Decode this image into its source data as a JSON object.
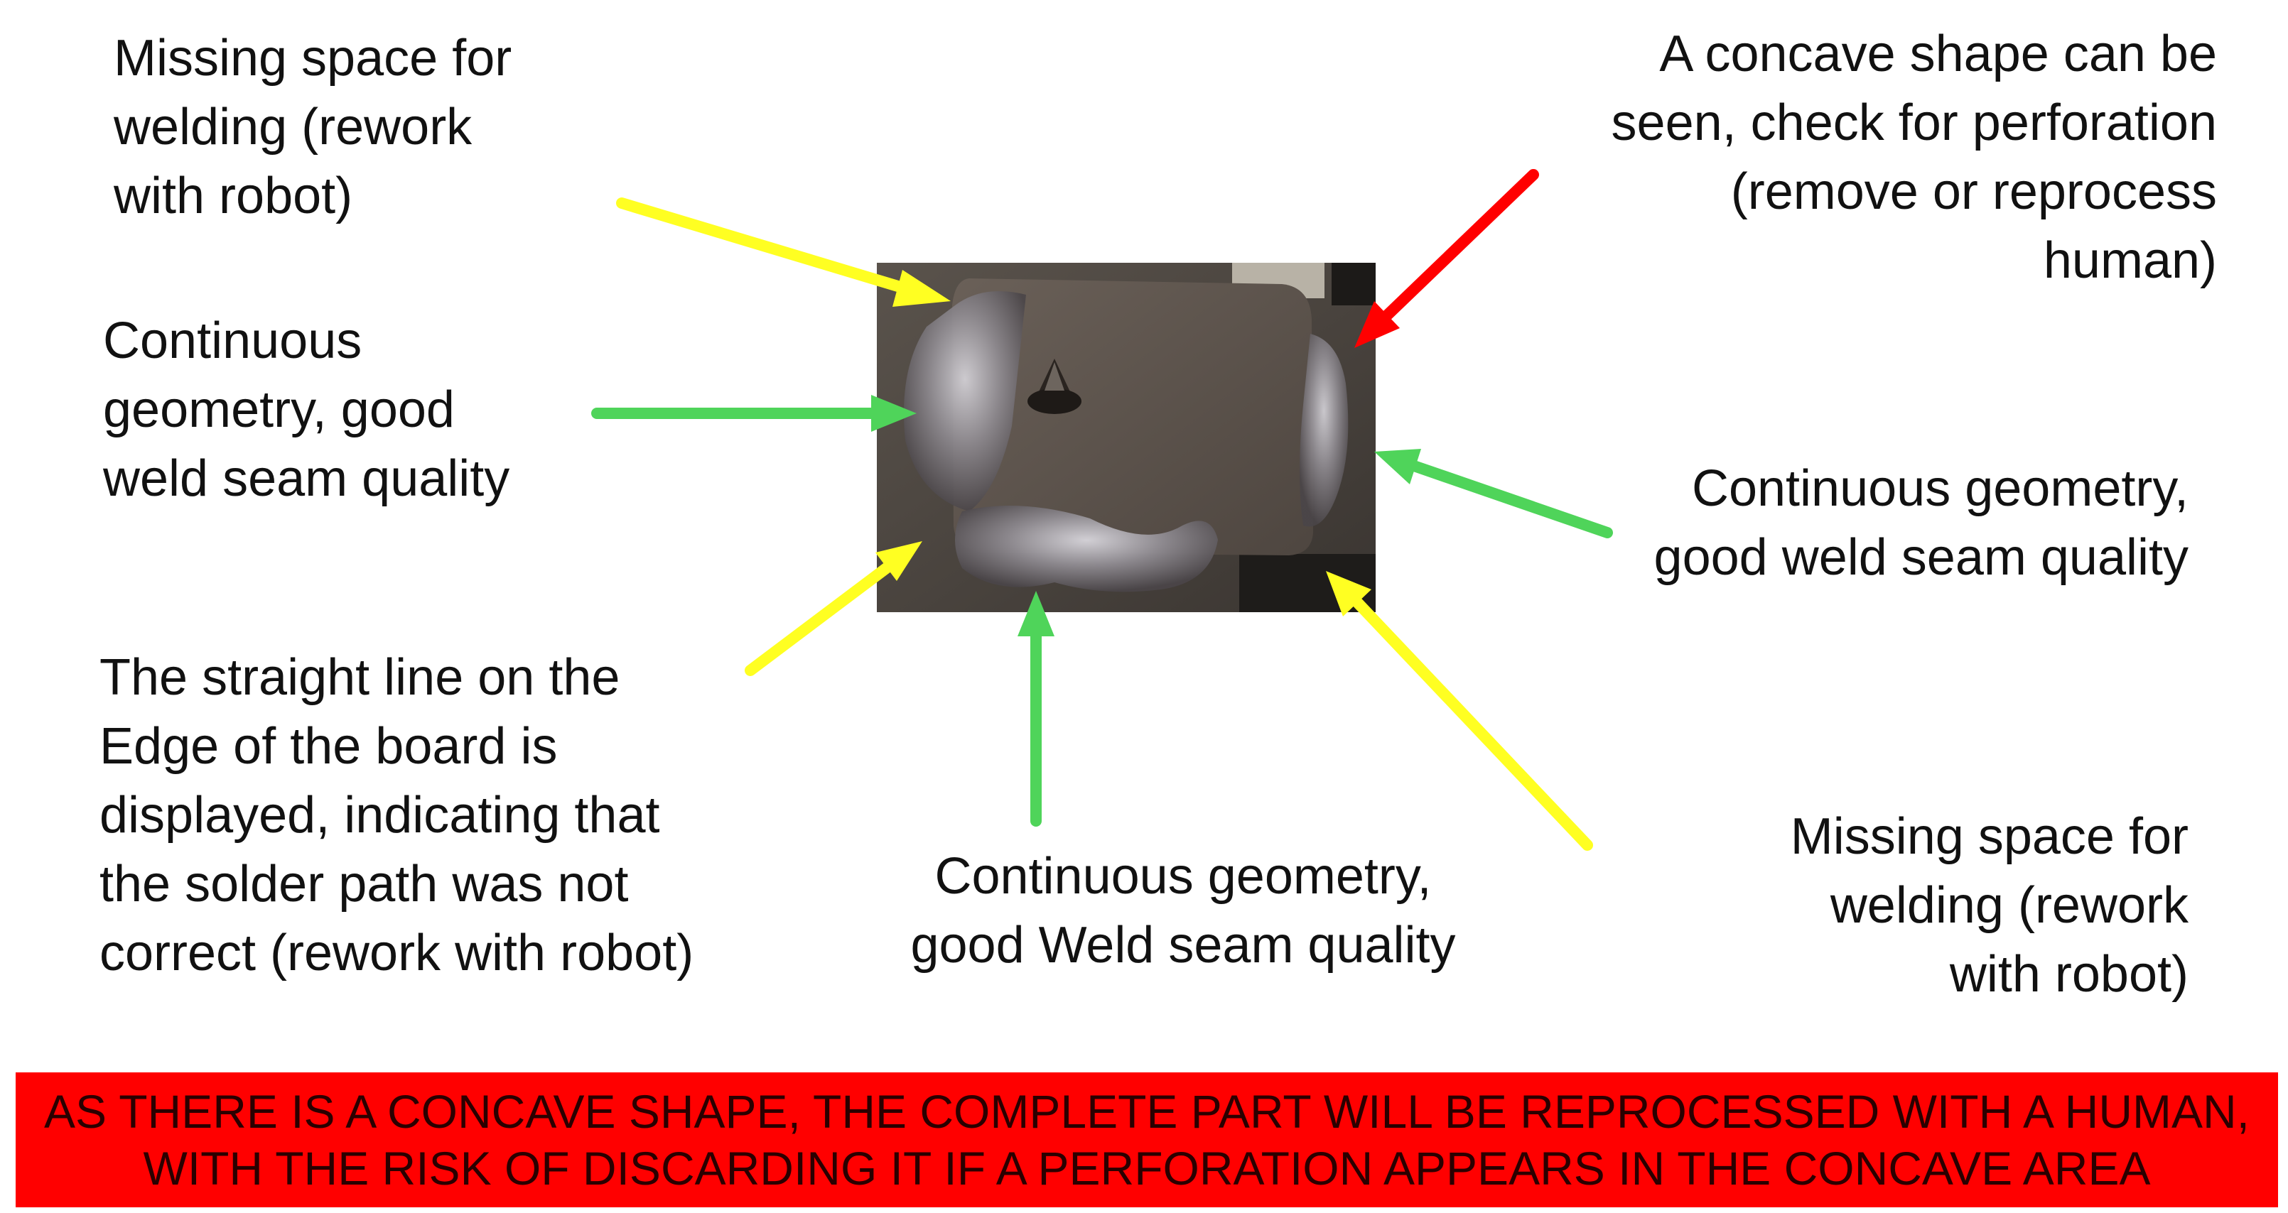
{
  "labels": {
    "top_left": "Missing space for\nwelding (rework\nwith robot)",
    "mid_left": "Continuous\ngeometry, good\nweld seam quality",
    "bottom_left": "The straight line on the\nEdge of the board is\ndisplayed, indicating that\nthe solder path was not\ncorrect (rework with robot)",
    "bottom_center": "Continuous geometry,\ngood Weld seam quality",
    "top_right": "A concave shape can be\nseen, check for perforation\n(remove or reprocess\nhuman)",
    "mid_right": "Continuous geometry,\ngood weld seam quality",
    "bottom_right": "Missing space for\nwelding (rework\nwith robot)"
  },
  "banner": {
    "line1": "AS THERE IS A CONCAVE SHAPE, THE COMPLETE PART WILL BE REPROCESSED WITH A HUMAN,",
    "line2": "WITH THE RISK OF DISCARDING IT IF A PERFORATION APPEARS IN THE CONCAVE AREA"
  },
  "colors": {
    "yellow_arrow": "#ffff22",
    "green_arrow": "#4fd45a",
    "red_arrow": "#ff0000",
    "banner_bg": "#ff0000"
  }
}
